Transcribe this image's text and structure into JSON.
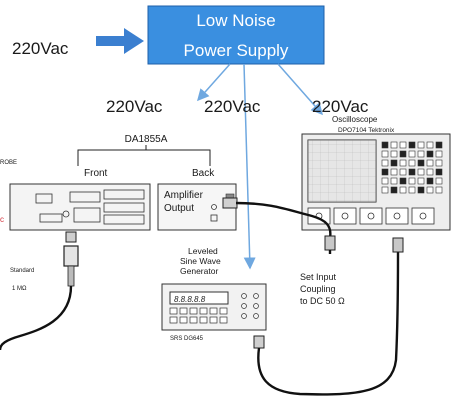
{
  "power_supply": {
    "line1": "Low Noise",
    "line2": "Power Supply"
  },
  "input_voltage": "220Vac",
  "rail_labels": [
    "220Vac",
    "220Vac",
    "220Vac"
  ],
  "amplifier": {
    "model": "DA1855A",
    "front_label": "Front",
    "back_label": "Back",
    "output_label_line1": "Amplifier",
    "output_label_line2": "Output"
  },
  "probe_label": "ROBE",
  "standard_label_line1": "Standard",
  "standard_label_line2": "1 MΩ",
  "generator": {
    "label_line1": "Leveled",
    "label_line2": "Sine Wave",
    "label_line3": "Generator",
    "model": "SRS DG645"
  },
  "oscilloscope": {
    "label": "Oscilloscope",
    "model": "DPO7104 Tektronix"
  },
  "coupling_note": {
    "line1": "Set Input",
    "line2": "Coupling",
    "line3": "to DC 50 Ω"
  },
  "colors": {
    "supply_fill": "#3a8fe0",
    "arrow": "#6fa8e0",
    "wire": "#111111"
  }
}
